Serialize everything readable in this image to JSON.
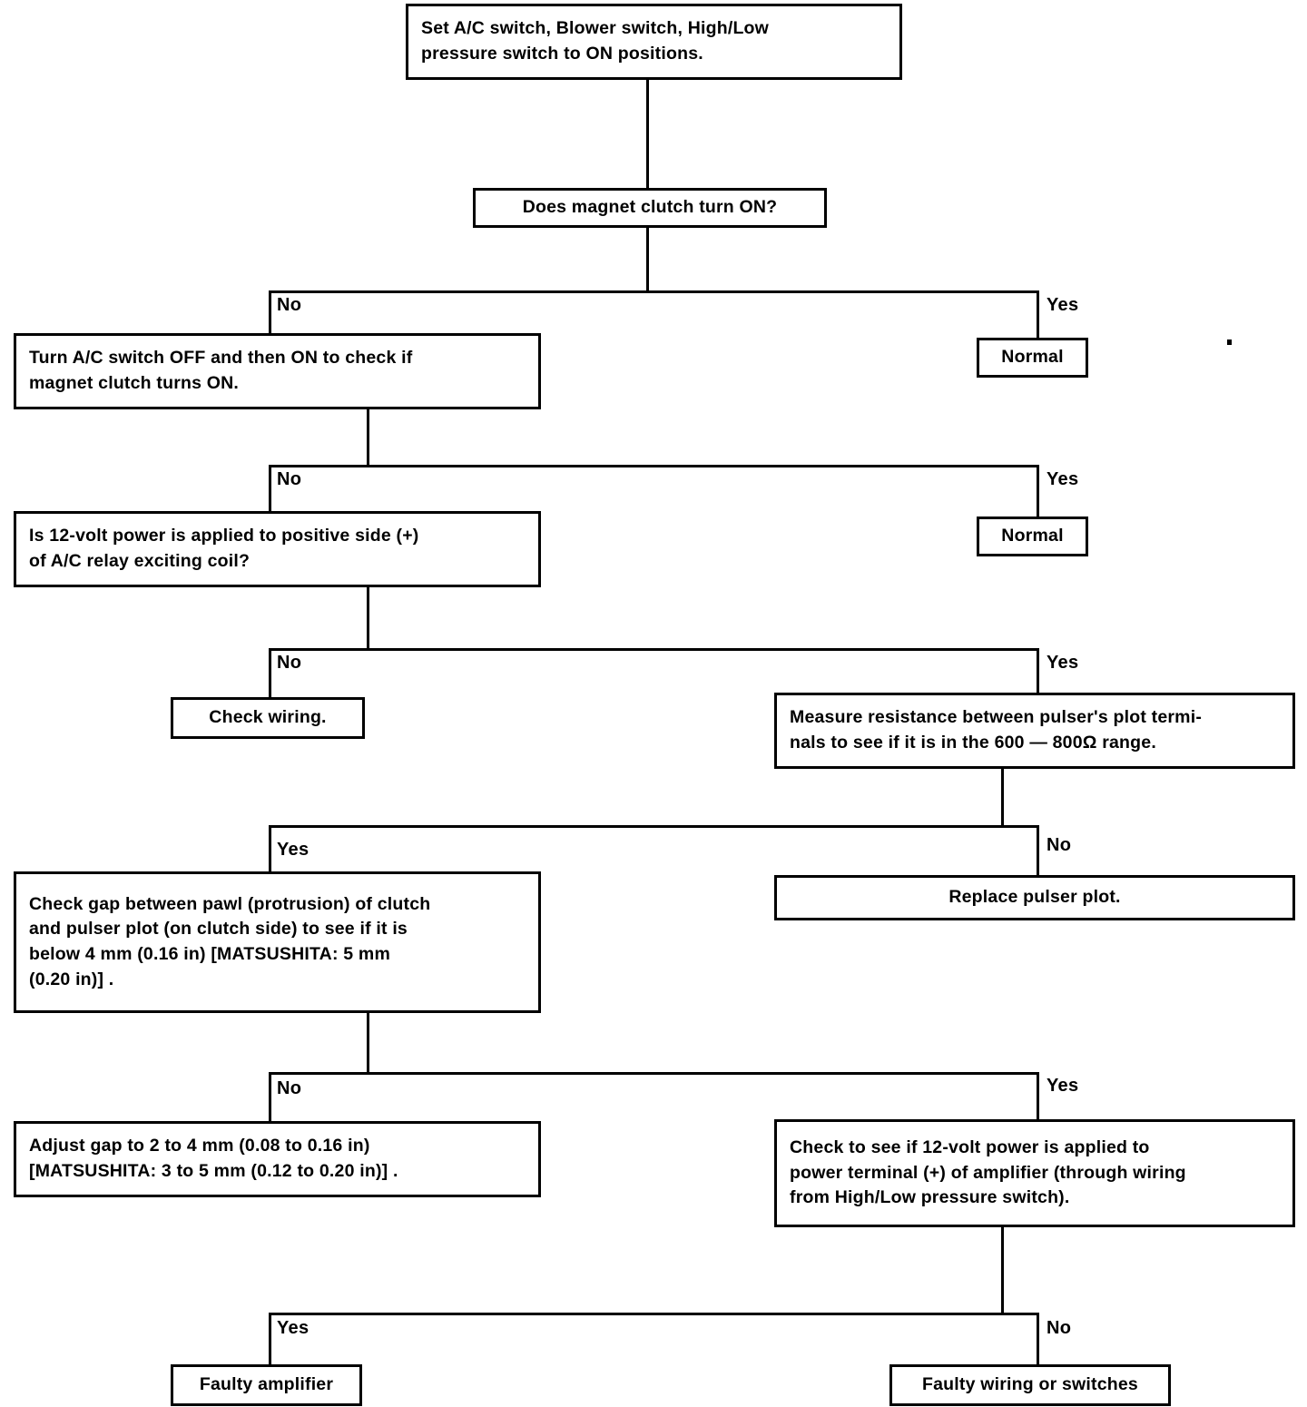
{
  "diagram": {
    "title": "A/C magnet clutch troubleshooting flowchart",
    "line_color": "#000000",
    "background_color": "#ffffff",
    "text_color": "#000000"
  },
  "nodes": {
    "start": {
      "text": "Set A/C switch, Blower switch, High/Low\npressure switch to ON positions."
    },
    "q1": {
      "text": "Does magnet clutch turn ON?"
    },
    "normal1": {
      "text": "Normal"
    },
    "a1": {
      "text": "Turn A/C switch OFF and then ON to check if\nmagnet clutch turns ON."
    },
    "normal2": {
      "text": "Normal"
    },
    "q2": {
      "text": "Is 12-volt power is applied to positive side (+)\nof A/C relay exciting coil?"
    },
    "check_wiring": {
      "text": "Check wiring."
    },
    "measure": {
      "text": "Measure resistance between pulser's plot termi-\nnals to see if it is in the 600 — 800Ω range."
    },
    "replace": {
      "text": "Replace pulser plot."
    },
    "check_gap": {
      "text": "Check gap between pawl (protrusion) of clutch\nand pulser plot (on clutch side) to see if it is\nbelow 4 mm (0.16 in) [MATSUSHITA: 5 mm\n(0.20 in)] ."
    },
    "adjust_gap": {
      "text": "Adjust gap to 2 to 4 mm (0.08 to 0.16 in)\n[MATSUSHITA: 3 to 5 mm (0.12 to 0.20 in)] ."
    },
    "check_amp": {
      "text": "Check to see if 12-volt power is applied to\npower terminal (+) of amplifier (through wiring\nfrom High/Low pressure switch)."
    },
    "faulty_amp": {
      "text": "Faulty amplifier"
    },
    "faulty_wiring": {
      "text": "Faulty wiring or switches"
    }
  },
  "branch_labels": {
    "b1_no": "No",
    "b1_yes": "Yes",
    "b2_no": "No",
    "b2_yes": "Yes",
    "b3_no": "No",
    "b3_yes": "Yes",
    "b4_yes": "Yes",
    "b4_no": "No",
    "b5_no": "No",
    "b5_yes": "Yes",
    "b6_yes": "Yes",
    "b6_no": "No"
  }
}
